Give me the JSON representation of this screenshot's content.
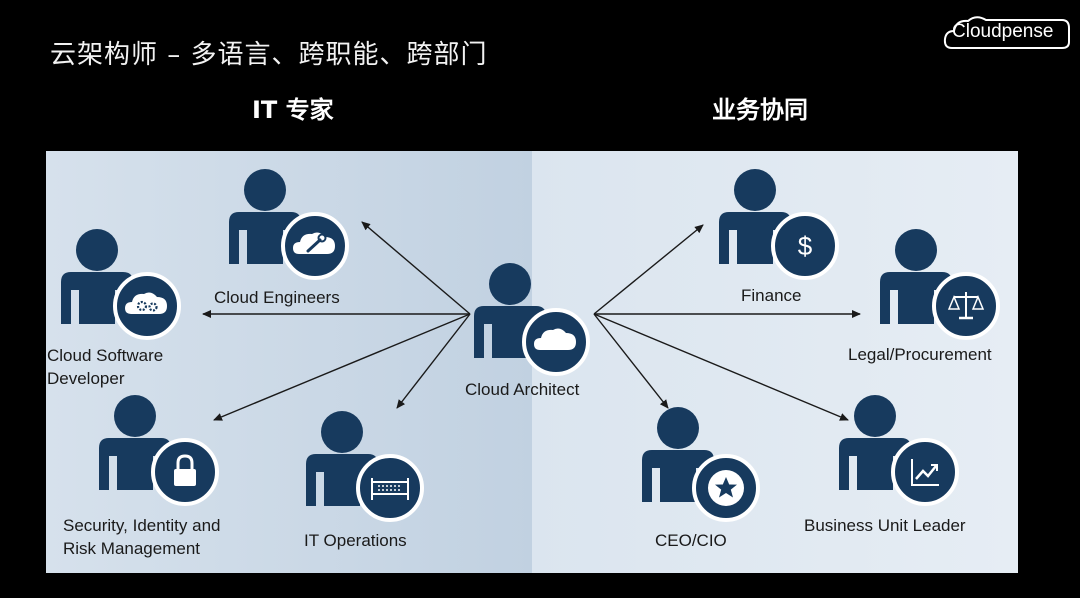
{
  "slide": {
    "title": "云架构师 – 多语言、跨职能、跨部门",
    "brand": "Cloudpense"
  },
  "sections": {
    "left_heading": "IT 专家",
    "right_heading": "业务协同"
  },
  "center_role": {
    "label": "Cloud Architect",
    "icon": "cloud-icon"
  },
  "roles": [
    {
      "label_line1": "Cloud Engineers",
      "label_line2": "",
      "icon": "wrench-icon"
    },
    {
      "label_line1": "Cloud Software",
      "label_line2": "Developer",
      "icon": "gears-cloud-icon"
    },
    {
      "label_line1": "Security, Identity and",
      "label_line2": "Risk Management",
      "icon": "lock-icon"
    },
    {
      "label_line1": "IT Operations",
      "label_line2": "",
      "icon": "server-rack-icon"
    },
    {
      "label_line1": "Finance",
      "label_line2": "",
      "icon": "dollar-icon"
    },
    {
      "label_line1": "Legal/Procurement",
      "label_line2": "",
      "icon": "scales-icon"
    },
    {
      "label_line1": "CEO/CIO",
      "label_line2": "",
      "icon": "star-icon"
    },
    {
      "label_line1": "Business Unit Leader",
      "label_line2": "",
      "icon": "trend-chart-icon"
    }
  ],
  "colors": {
    "person": "#173a5e",
    "badge": "#173a5e",
    "badge_ring": "#ffffff",
    "arrow": "#1a1a1a",
    "background": "#000000"
  }
}
